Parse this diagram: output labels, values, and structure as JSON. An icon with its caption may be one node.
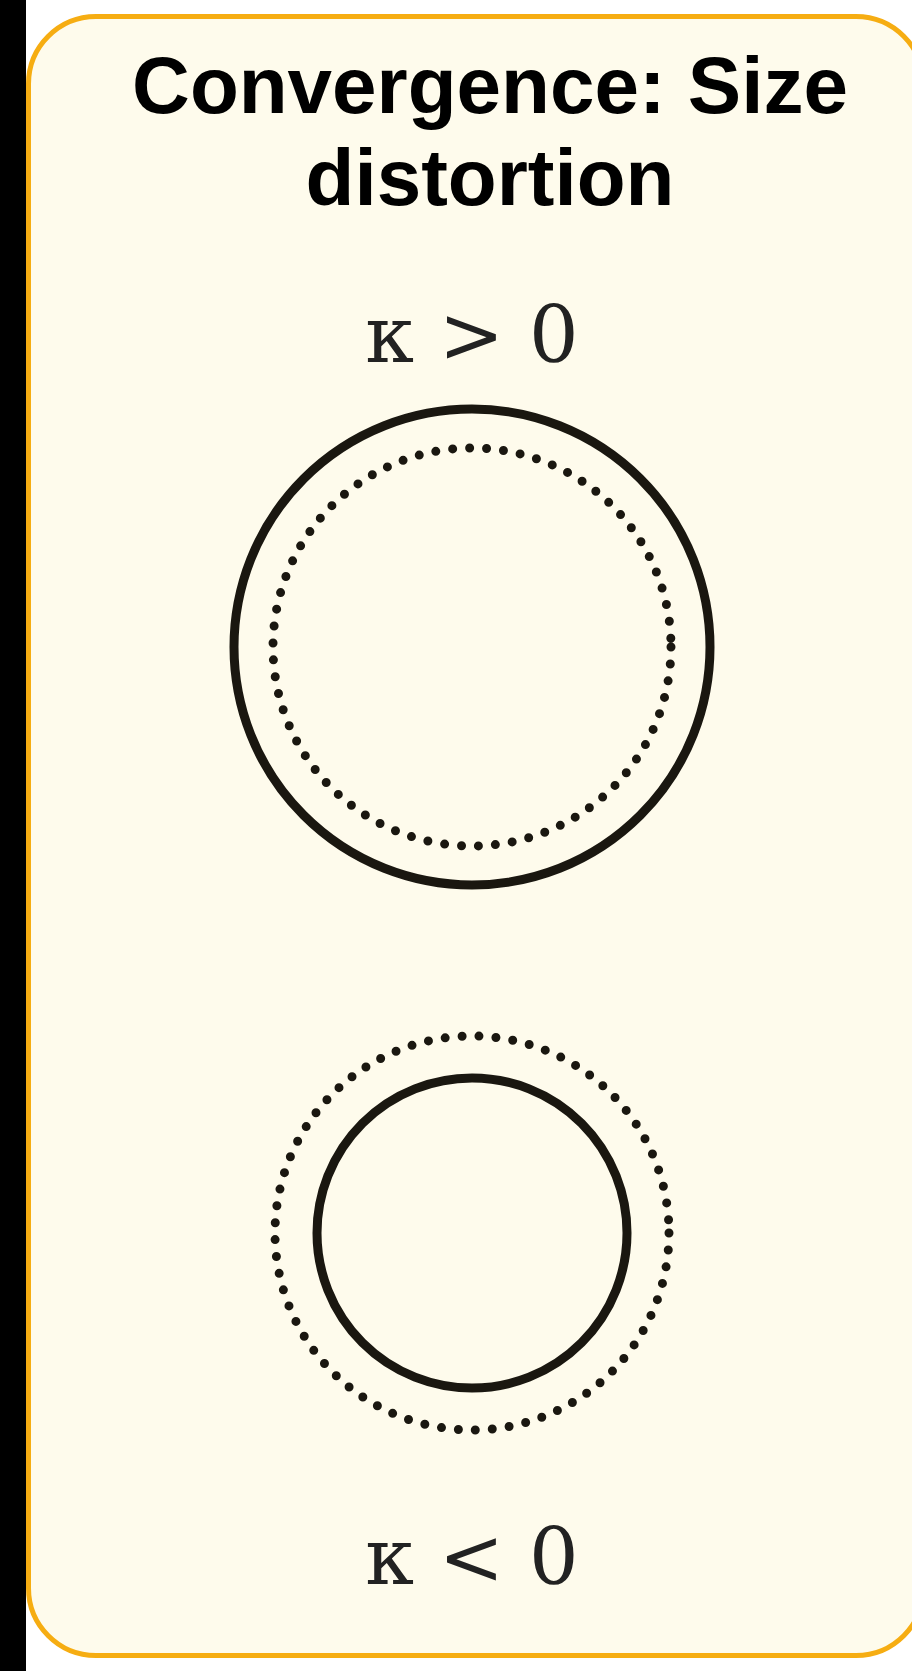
{
  "diagram": {
    "title": "Convergence: Size distortion",
    "labels": [
      "κ > 0",
      "κ < 0"
    ]
  }
}
